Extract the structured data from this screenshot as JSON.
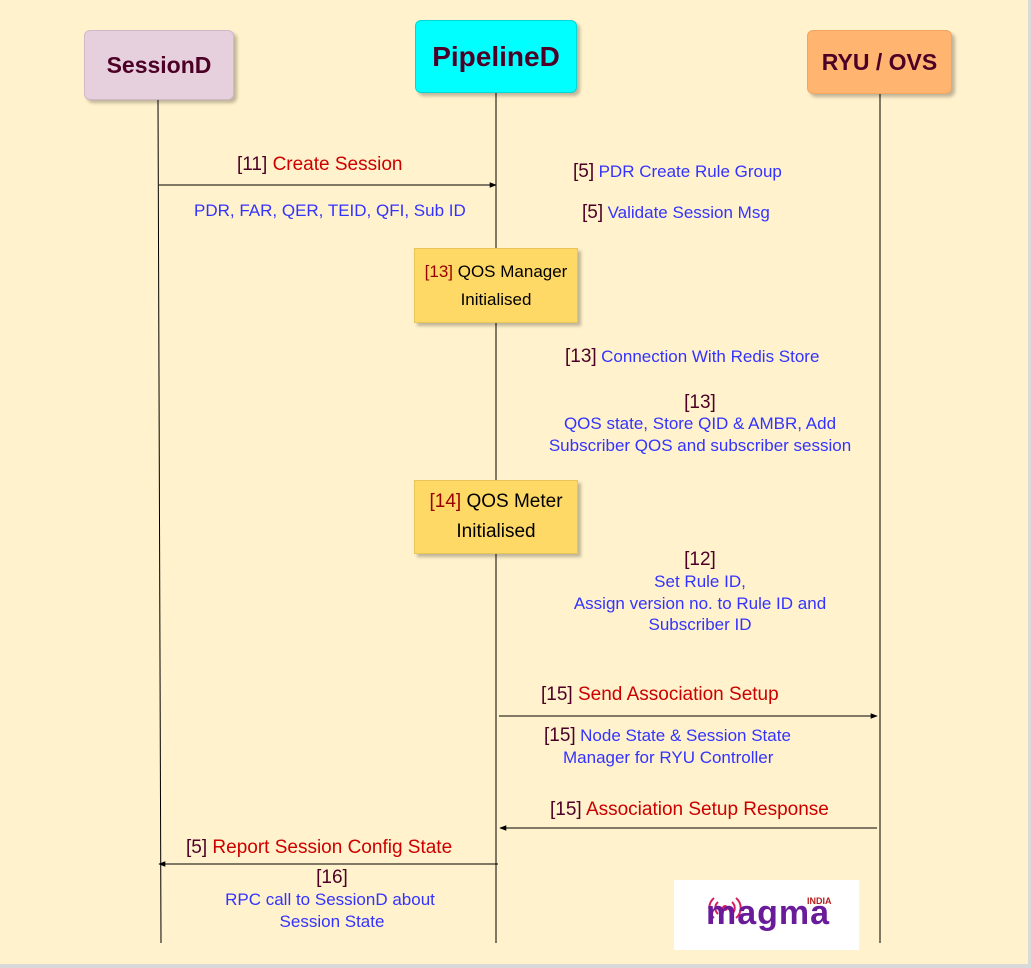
{
  "participants": {
    "sessiond": "SessionD",
    "pipelined": "PipelineD",
    "ryu": "RYU / OVS"
  },
  "messages": {
    "create_session": {
      "step": "[11]",
      "label": "Create Session",
      "detail": "PDR, FAR, QER, TEID, QFI, Sub ID"
    },
    "pdr_rule_group": {
      "step": "[5]",
      "label": "PDR Create Rule Group"
    },
    "validate_session": {
      "step": "[5]",
      "label": "Validate Session Msg"
    },
    "qos_manager": {
      "step": "[13]",
      "label": "QOS Manager",
      "line2": "Initialised"
    },
    "redis_connection": {
      "step": "[13]",
      "label": "Connection With Redis Store"
    },
    "qos_state": {
      "step": "[13]",
      "line1": "QOS state, Store QID & AMBR, Add",
      "line2": "Subscriber QOS and subscriber session"
    },
    "qos_meter": {
      "step": "[14]",
      "label": "QOS Meter",
      "line2": "Initialised"
    },
    "rule_id": {
      "step": "[12]",
      "line1": "Set Rule ID,",
      "line2": "Assign version no. to Rule ID and",
      "line3": "Subscriber ID"
    },
    "send_association": {
      "step": "[15]",
      "label": "Send Association Setup"
    },
    "node_state": {
      "step": "[15]",
      "line1": "Node State & Session State",
      "line2": "Manager for RYU Controller"
    },
    "association_response": {
      "step": "[15]",
      "label": "Association Setup Response"
    },
    "report_session": {
      "step": "[5]",
      "label": "Report Session Config State"
    },
    "rpc_call": {
      "step": "[16]",
      "line1": "RPC call to SessionD about",
      "line2": "Session State"
    }
  },
  "logo": {
    "word": "magma",
    "country": "INDIA"
  },
  "colors": {
    "background": "#fff2cc",
    "sessiond": "#e6d0de",
    "pipelined": "#00ffff",
    "ryu": "#ffb570",
    "state_box": "#ffd966",
    "step_text": "#4c0026",
    "message_text": "#cc0000",
    "note_text": "#3333ff",
    "logo": "#6a1b9a"
  }
}
